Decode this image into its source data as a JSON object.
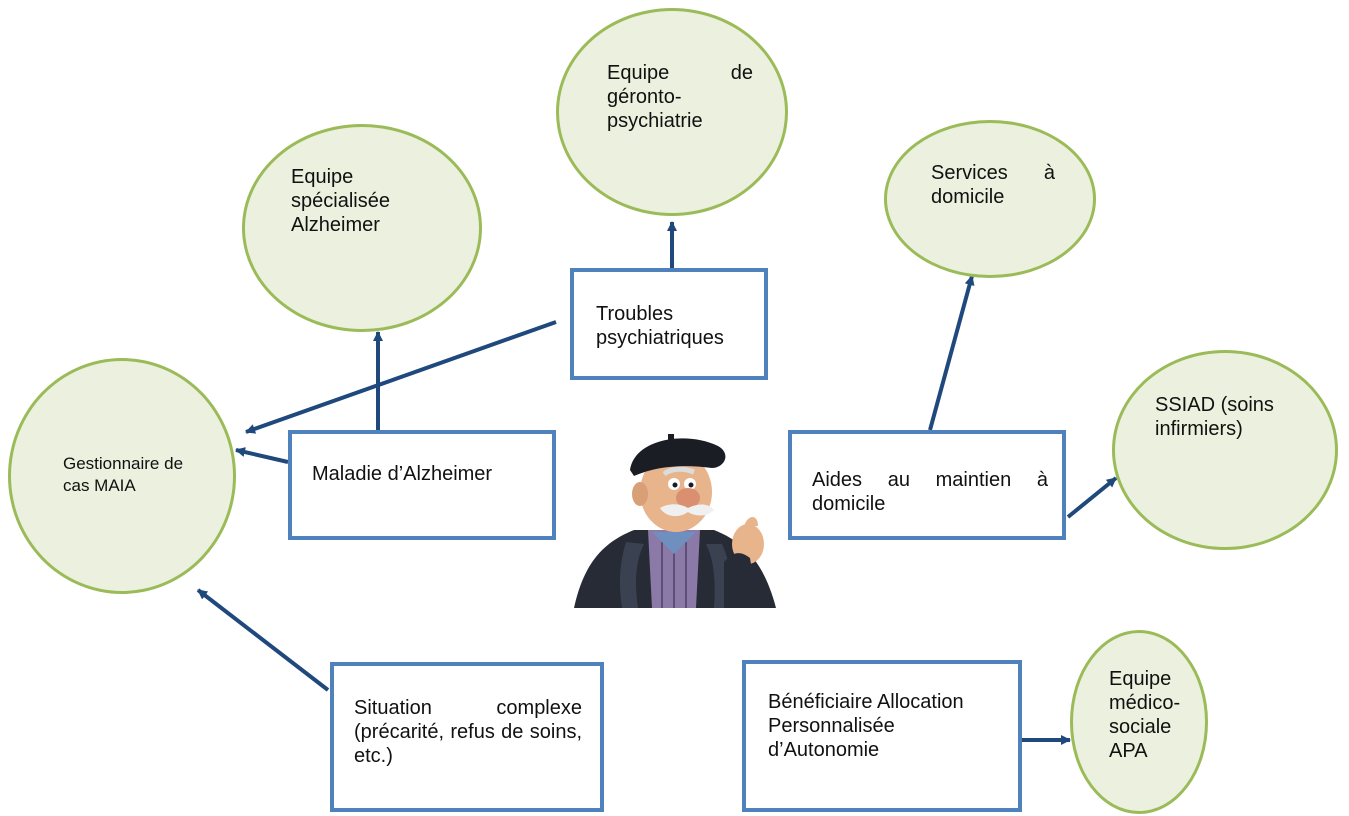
{
  "nodes": {
    "gerontopsy": "Equipe de géronto-psychiatrie",
    "alzheimer_team": "Equipe spécialisée Alzheimer",
    "home_services": "Services à domicile",
    "ssiad": "SSIAD (soins infirmiers)",
    "case_manager": "Gestionnaire de cas MAIA",
    "apa_team": "Equipe médico-sociale APA"
  },
  "boxes": {
    "psychiatric": "Troubles psychiatriques",
    "alzheimer_disease": "Maladie d’Alzheimer",
    "home_support": "Aides au maintien à domicile",
    "complex_situation": "Situation complexe (précarité, refus de soins, etc.)",
    "apa_beneficiary": "Bénéficiaire Allocation Personnalisée d’Autonomie"
  },
  "colors": {
    "circle_border": "#9bbb59",
    "circle_fill": "#ebf1de",
    "box_border": "#4f81bd",
    "arrow": "#1f497d"
  },
  "icons": {
    "central_figure": "elderly-man-illustration"
  }
}
